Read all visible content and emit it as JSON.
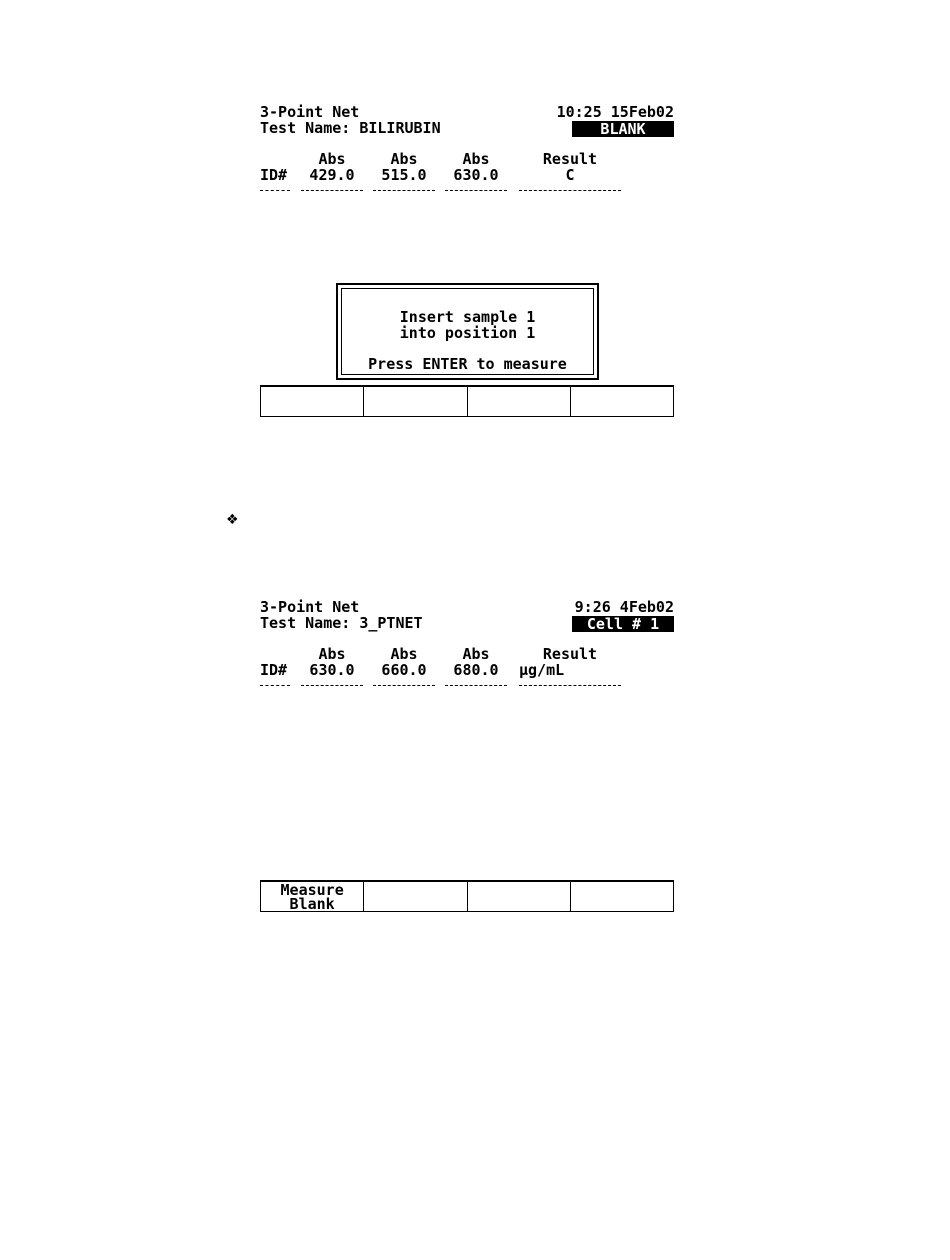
{
  "screen1": {
    "mode_title": "3-Point Net",
    "datetime": "10:25 15Feb02",
    "test_name": "Test Name: BILIRUBIN",
    "status_badge": "BLANK",
    "columns": {
      "id_label": "ID#",
      "abs1_label": "Abs",
      "abs1_wl": "429.0",
      "abs2_label": "Abs",
      "abs2_wl": "515.0",
      "abs3_label": "Abs",
      "abs3_wl": "630.0",
      "result_label": "Result",
      "result_unit": "C"
    },
    "dialog": {
      "line1": "Insert sample 1",
      "line2": "into position 1",
      "line3": "Press ENTER to measure"
    },
    "softkeys": [
      {
        "line1": "",
        "line2": ""
      },
      {
        "line1": "",
        "line2": ""
      },
      {
        "line1": "",
        "line2": ""
      },
      {
        "line1": "",
        "line2": ""
      }
    ]
  },
  "bullet": {
    "icon": "diamond-bullet-icon",
    "glyph": "❖"
  },
  "screen2": {
    "mode_title": "3-Point Net",
    "datetime": "9:26 4Feb02",
    "test_name": "Test Name: 3_PTNET",
    "status_badge": "Cell # 1",
    "columns": {
      "id_label": "ID#",
      "abs1_label": "Abs",
      "abs1_wl": "630.0",
      "abs2_label": "Abs",
      "abs2_wl": "660.0",
      "abs3_label": "Abs",
      "abs3_wl": "680.0",
      "result_label": "Result",
      "result_unit": "µg/mL"
    },
    "softkeys": [
      {
        "line1": "Measure",
        "line2": "Blank"
      },
      {
        "line1": "",
        "line2": ""
      },
      {
        "line1": "",
        "line2": ""
      },
      {
        "line1": "",
        "line2": ""
      }
    ]
  }
}
